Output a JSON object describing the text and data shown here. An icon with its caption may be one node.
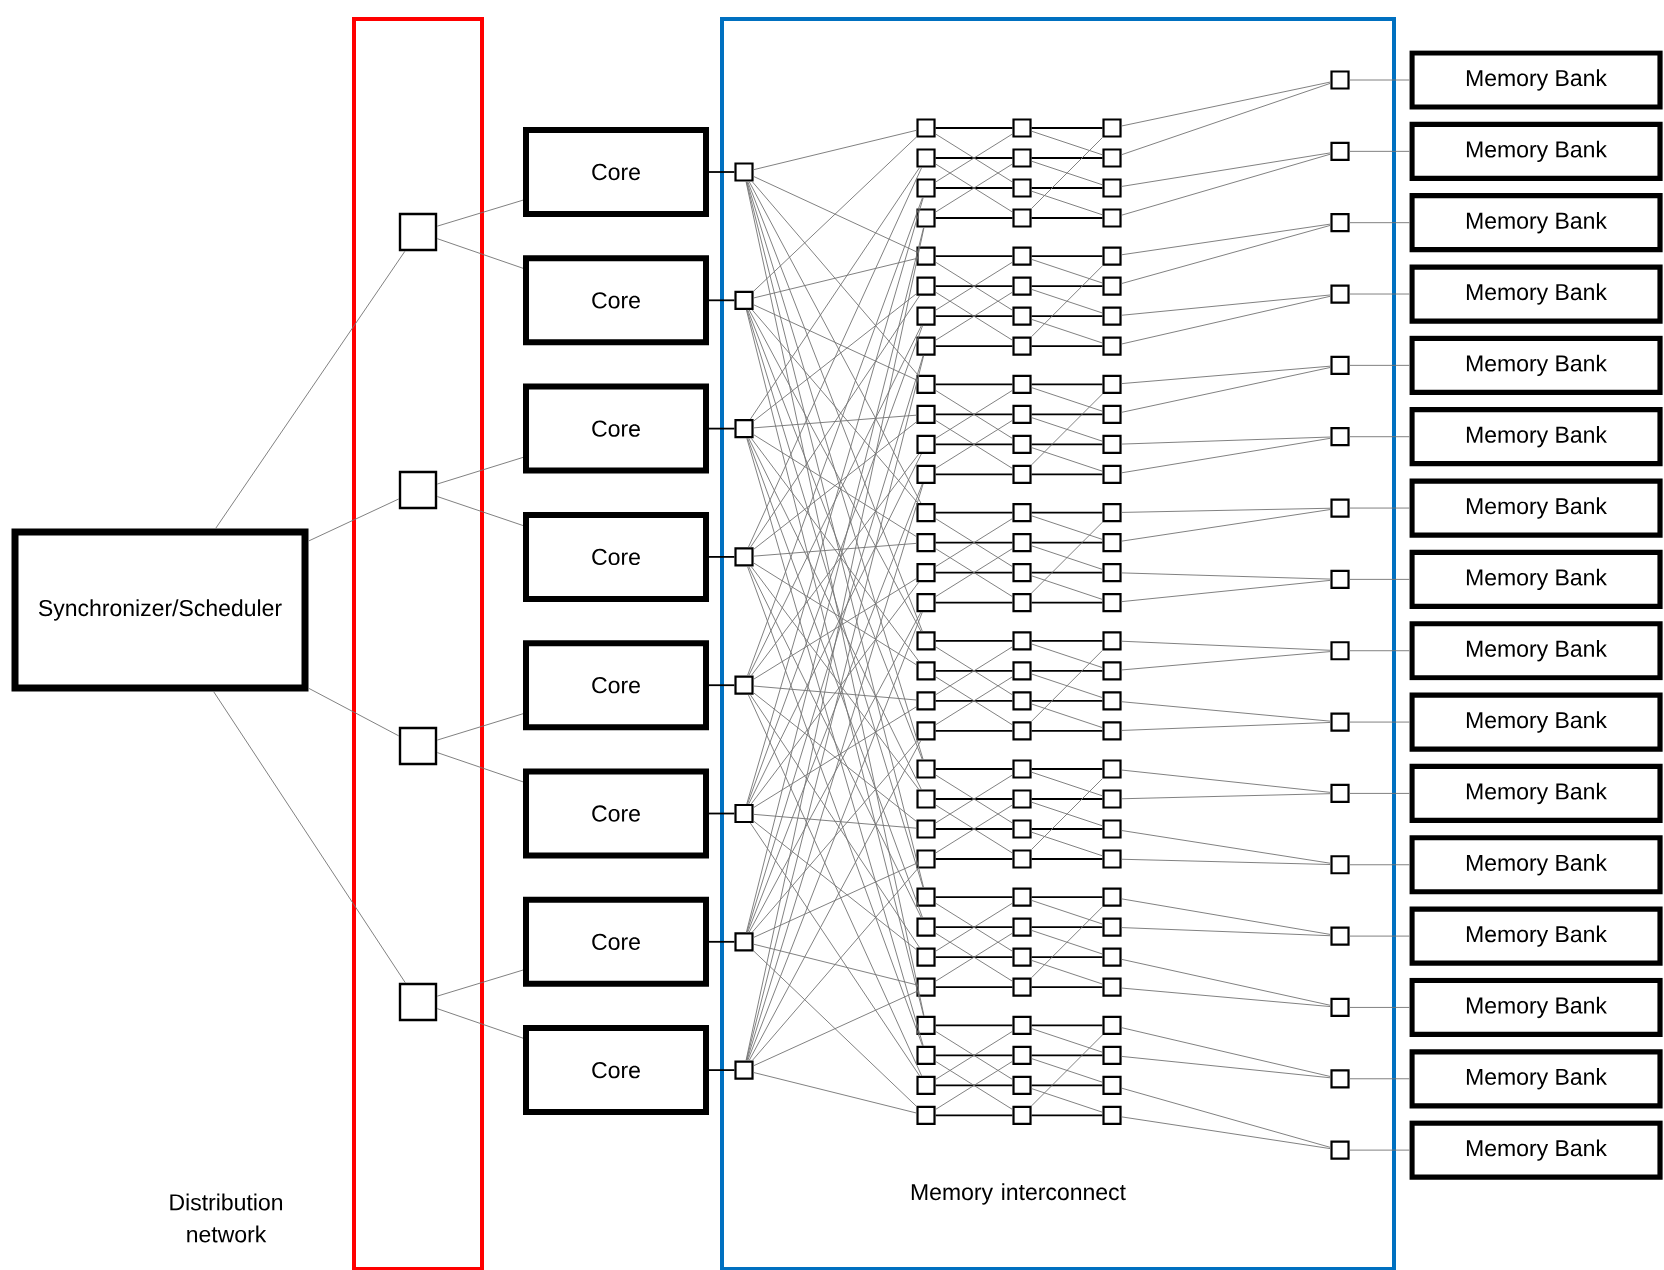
{
  "diagram": {
    "nodes": [
      {
        "text": [
          "Synchronizer/Scheduler"
        ]
      },
      {
        "text": [
          "Distribution network"
        ]
      },
      {
        "text": [],
        "shape": "box",
        "in": 1
      },
      {
        "text": [],
        "shape": "box",
        "in": 1
      },
      {
        "text": [],
        "shape": "box",
        "in": 1
      },
      {
        "text": [],
        "shape": "box",
        "in": 1
      },
      {
        "text": [
          "Core"
        ]
      },
      {
        "text": [
          "Core"
        ]
      },
      {
        "text": [
          "Core"
        ]
      },
      {
        "text": [
          "Core"
        ]
      },
      {
        "text": [
          "Core"
        ]
      },
      {
        "text": [
          "Core"
        ]
      },
      {
        "text": [
          "Core"
        ]
      },
      {
        "text": [
          "Core"
        ]
      },
      {
        "text": [
          "Memory interconnect"
        ]
      },
      {
        "text": [],
        "shape": "box",
        "in": 14
      },
      {
        "text": [],
        "shape": "box",
        "in": 14
      },
      {
        "text": [],
        "shape": "box",
        "in": 14
      },
      {
        "text": [],
        "shape": "box",
        "in": 14
      },
      {
        "text": [],
        "shape": "box",
        "in": 14
      },
      {
        "text": [],
        "shape": "box",
        "in": 14
      },
      {
        "text": [],
        "shape": "box",
        "in": 14
      },
      {
        "text": [],
        "shape": "box",
        "in": 14
      },
      {
        "text": [],
        "shape": "box",
        "in": 14
      },
      {
        "text": [],
        "shape": "box",
        "in": 14
      },
      {
        "text": [],
        "shape": "box",
        "in": 14
      },
      {
        "text": [],
        "shape": "box",
        "in": 14
      },
      {
        "text": [],
        "shape": "box",
        "in": 14
      },
      {
        "text": [],
        "shape": "box",
        "in": 14
      },
      {
        "text": [],
        "shape": "box",
        "in": 14
      },
      {
        "text": [],
        "shape": "box",
        "in": 14
      },
      {
        "text": [],
        "shape": "box",
        "in": 14
      },
      {
        "text": [],
        "shape": "box",
        "in": 14
      },
      {
        "text": [],
        "shape": "box",
        "in": 14
      },
      {
        "text": [],
        "shape": "box",
        "in": 14
      },
      {
        "text": [],
        "shape": "box",
        "in": 14
      },
      {
        "text": [],
        "shape": "box",
        "in": 14
      },
      {
        "text": [],
        "shape": "box",
        "in": 14
      },
      {
        "text": [],
        "shape": "box",
        "in": 14
      },
      {
        "text": [],
        "shape": "box",
        "in": 14
      },
      {
        "text": [],
        "shape": "box",
        "in": 14
      },
      {
        "text": [],
        "shape": "box",
        "in": 14
      },
      {
        "text": [],
        "shape": "box",
        "in": 14
      },
      {
        "text": [],
        "shape": "box",
        "in": 14
      },
      {
        "text": [],
        "shape": "box",
        "in": 14
      },
      {
        "text": [],
        "shape": "box",
        "in": 14
      },
      {
        "text": [],
        "shape": "box",
        "in": 14
      },
      {
        "text": [],
        "shape": "box",
        "in": 14
      },
      {
        "text": [],
        "shape": "box",
        "in": 14
      },
      {
        "text": [],
        "shape": "box",
        "in": 14
      },
      {
        "text": [],
        "shape": "box",
        "in": 14
      },
      {
        "text": [],
        "shape": "box",
        "in": 14
      },
      {
        "text": [],
        "shape": "box",
        "in": 14
      },
      {
        "text": [],
        "shape": "box",
        "in": 14
      },
      {
        "text": [],
        "shape": "box",
        "in": 14
      },
      {
        "text": [],
        "shape": "box",
        "in": 14
      },
      {
        "text": [],
        "shape": "box",
        "in": 14
      },
      {
        "text": [],
        "shape": "box",
        "in": 14
      },
      {
        "text": [],
        "shape": "box",
        "in": 14
      },
      {
        "text": [],
        "shape": "box",
        "in": 14
      },
      {
        "text": [],
        "shape": "box",
        "in": 14
      },
      {
        "text": [],
        "shape": "box",
        "in": 14
      },
      {
        "text": [],
        "shape": "box",
        "in": 14
      },
      {
        "text": [],
        "shape": "box",
        "in": 14
      },
      {
        "text": [],
        "shape": "box",
        "in": 14
      },
      {
        "text": [],
        "shape": "box",
        "in": 14
      },
      {
        "text": [],
        "shape": "box",
        "in": 14
      },
      {
        "text": [],
        "shape": "box",
        "in": 14
      },
      {
        "text": [],
        "shape": "box",
        "in": 14
      },
      {
        "text": [],
        "shape": "box",
        "in": 14
      },
      {
        "text": [],
        "shape": "box",
        "in": 14
      },
      {
        "text": [],
        "shape": "box",
        "in": 14
      },
      {
        "text": [],
        "shape": "box",
        "in": 14
      },
      {
        "text": [],
        "shape": "box",
        "in": 14
      },
      {
        "text": [],
        "shape": "box",
        "in": 14
      },
      {
        "text": [],
        "shape": "box",
        "in": 14
      },
      {
        "text": [],
        "shape": "box",
        "in": 14
      },
      {
        "text": [],
        "shape": "box",
        "in": 14
      },
      {
        "text": [],
        "shape": "box",
        "in": 14
      },
      {
        "text": [],
        "shape": "box",
        "in": 14
      },
      {
        "text": [],
        "shape": "box",
        "in": 14
      },
      {
        "text": [],
        "shape": "box",
        "in": 14
      },
      {
        "text": [],
        "shape": "box",
        "in": 14
      },
      {
        "text": [],
        "shape": "box",
        "in": 14
      },
      {
        "text": [],
        "shape": "box",
        "in": 14
      },
      {
        "text": [],
        "shape": "box",
        "in": 14
      },
      {
        "text": [],
        "shape": "box",
        "in": 14
      },
      {
        "text": [],
        "shape": "box",
        "in": 14
      },
      {
        "text": [],
        "shape": "box",
        "in": 14
      },
      {
        "text": [],
        "shape": "box",
        "in": 14
      },
      {
        "text": [],
        "shape": "box",
        "in": 14
      },
      {
        "text": [],
        "shape": "box",
        "in": 14
      },
      {
        "text": [],
        "shape": "box",
        "in": 14
      },
      {
        "text": [],
        "shape": "box",
        "in": 14
      },
      {
        "text": [],
        "shape": "box",
        "in": 14
      },
      {
        "text": [],
        "shape": "box",
        "in": 14
      },
      {
        "text": [],
        "shape": "box",
        "in": 14
      },
      {
        "text": [],
        "shape": "box",
        "in": 14
      },
      {
        "text": [],
        "shape": "box",
        "in": 14
      },
      {
        "text": [],
        "shape": "box",
        "in": 14
      },
      {
        "text": [],
        "shape": "box",
        "in": 14
      },
      {
        "text": [],
        "shape": "box",
        "in": 14
      },
      {
        "text": [],
        "shape": "box",
        "in": 14
      },
      {
        "text": [],
        "shape": "box",
        "in": 14
      },
      {
        "text": [],
        "shape": "box",
        "in": 14
      },
      {
        "text": [],
        "shape": "box",
        "in": 14
      },
      {
        "text": [],
        "shape": "box",
        "in": 14
      },
      {
        "text": [],
        "shape": "box",
        "in": 14
      },
      {
        "text": [],
        "shape": "box",
        "in": 14
      },
      {
        "text": [],
        "shape": "box",
        "in": 14
      },
      {
        "text": [],
        "shape": "box",
        "in": 14
      },
      {
        "text": [],
        "shape": "box",
        "in": 14
      },
      {
        "text": [],
        "shape": "box",
        "in": 14
      },
      {
        "text": [],
        "shape": "box",
        "in": 14
      },
      {
        "text": [],
        "shape": "box",
        "in": 14
      },
      {
        "text": [],
        "shape": "box",
        "in": 14
      },
      {
        "text": [],
        "shape": "box",
        "in": 14
      },
      {
        "text": [],
        "shape": "box",
        "in": 14
      },
      {
        "text": [],
        "shape": "box",
        "in": 14
      },
      {
        "text": [],
        "shape": "box",
        "in": 14
      },
      {
        "text": [],
        "shape": "box",
        "in": 14
      },
      {
        "text": [],
        "shape": "box",
        "in": 14
      },
      {
        "text": [],
        "shape": "box",
        "in": 14
      },
      {
        "text": [],
        "shape": "box",
        "in": 14
      },
      {
        "text": [],
        "shape": "box",
        "in": 14
      },
      {
        "text": [],
        "shape": "box",
        "in": 14
      },
      {
        "text": [],
        "shape": "box",
        "in": 14
      },
      {
        "text": [],
        "shape": "box",
        "in": 14
      },
      {
        "text": [],
        "shape": "box",
        "in": 14
      },
      {
        "text": [],
        "shape": "box",
        "in": 14
      },
      {
        "text": [],
        "shape": "box",
        "in": 14
      },
      {
        "text": [],
        "shape": "box",
        "in": 14
      },
      {
        "text": [],
        "shape": "box",
        "in": 14
      },
      {
        "text": [],
        "shape": "box",
        "in": 14
      },
      {
        "text": [],
        "shape": "box",
        "in": 14
      },
      {
        "text": [
          "Memory Bank"
        ]
      },
      {
        "text": [
          "Memory Bank"
        ]
      },
      {
        "text": [
          "Memory Bank"
        ]
      },
      {
        "text": [
          "Memory Bank"
        ]
      },
      {
        "text": [
          "Memory Bank"
        ]
      },
      {
        "text": [
          "Memory Bank"
        ]
      },
      {
        "text": [
          "Memory Bank"
        ]
      },
      {
        "text": [
          "Memory Bank"
        ]
      },
      {
        "text": [
          "Memory Bank"
        ]
      },
      {
        "text": [
          "Memory Bank"
        ]
      },
      {
        "text": [
          "Memory Bank"
        ]
      },
      {
        "text": [
          "Memory Bank"
        ]
      },
      {
        "text": [
          "Memory Bank"
        ]
      },
      {
        "text": [
          "Memory Bank"
        ]
      },
      {
        "text": [
          "Memory Bank"
        ]
      },
      {
        "text": [
          "Memory Bank"
        ]
      }
    ],
    "edges": [
      {
        "from": 0,
        "to": 2,
        "arrow": "none"
      },
      {
        "from": 0,
        "to": 3,
        "arrow": "none"
      },
      {
        "from": 0,
        "to": 4,
        "arrow": "none"
      },
      {
        "from": 0,
        "to": 5,
        "arrow": "none"
      },
      {
        "from": 2,
        "to": 6,
        "arrow": "none"
      },
      {
        "from": 2,
        "to": 7,
        "arrow": "none"
      },
      {
        "from": 3,
        "to": 8,
        "arrow": "none"
      },
      {
        "from": 3,
        "to": 9,
        "arrow": "none"
      },
      {
        "from": 4,
        "to": 10,
        "arrow": "none"
      },
      {
        "from": 4,
        "to": 11,
        "arrow": "none"
      },
      {
        "from": 5,
        "to": 12,
        "arrow": "none"
      },
      {
        "from": 5,
        "to": 13,
        "arrow": "none"
      },
      {
        "from": 6,
        "to": 15,
        "arrow": "none",
        "color": "#000000"
      },
      {
        "from": 7,
        "to": 16,
        "arrow": "none",
        "color": "#000000"
      },
      {
        "from": 8,
        "to": 17,
        "arrow": "none",
        "color": "#000000"
      },
      {
        "from": 9,
        "to": 18,
        "arrow": "none",
        "color": "#000000"
      },
      {
        "from": 10,
        "to": 19,
        "arrow": "none",
        "color": "#000000"
      },
      {
        "from": 11,
        "to": 20,
        "arrow": "none",
        "color": "#000000"
      },
      {
        "from": 12,
        "to": 21,
        "arrow": "none",
        "color": "#000000"
      },
      {
        "from": 13,
        "to": 22,
        "arrow": "none",
        "color": "#000000"
      },
      {
        "from": 15,
        "to": 23,
        "arrow": "none"
      },
      {
        "from": 15,
        "to": 35,
        "arrow": "none"
      },
      {
        "from": 15,
        "to": 47,
        "arrow": "none"
      },
      {
        "from": 15,
        "to": 59,
        "arrow": "none"
      },
      {
        "from": 15,
        "to": 71,
        "arrow": "none"
      },
      {
        "from": 15,
        "to": 83,
        "arrow": "none"
      },
      {
        "from": 15,
        "to": 95,
        "arrow": "none"
      },
      {
        "from": 15,
        "to": 107,
        "arrow": "none"
      },
      {
        "from": 16,
        "to": 23,
        "arrow": "none"
      },
      {
        "from": 16,
        "to": 35,
        "arrow": "none"
      },
      {
        "from": 16,
        "to": 47,
        "arrow": "none"
      },
      {
        "from": 16,
        "to": 59,
        "arrow": "none"
      },
      {
        "from": 16,
        "to": 71,
        "arrow": "none"
      },
      {
        "from": 16,
        "to": 83,
        "arrow": "none"
      },
      {
        "from": 16,
        "to": 95,
        "arrow": "none"
      },
      {
        "from": 16,
        "to": 107,
        "arrow": "none"
      },
      {
        "from": 17,
        "to": 26,
        "arrow": "none"
      },
      {
        "from": 17,
        "to": 38,
        "arrow": "none"
      },
      {
        "from": 17,
        "to": 50,
        "arrow": "none"
      },
      {
        "from": 17,
        "to": 62,
        "arrow": "none"
      },
      {
        "from": 17,
        "to": 74,
        "arrow": "none"
      },
      {
        "from": 17,
        "to": 86,
        "arrow": "none"
      },
      {
        "from": 17,
        "to": 98,
        "arrow": "none"
      },
      {
        "from": 17,
        "to": 110,
        "arrow": "none"
      },
      {
        "from": 18,
        "to": 26,
        "arrow": "none"
      },
      {
        "from": 18,
        "to": 38,
        "arrow": "none"
      },
      {
        "from": 18,
        "to": 50,
        "arrow": "none"
      },
      {
        "from": 18,
        "to": 62,
        "arrow": "none"
      },
      {
        "from": 18,
        "to": 74,
        "arrow": "none"
      },
      {
        "from": 18,
        "to": 86,
        "arrow": "none"
      },
      {
        "from": 18,
        "to": 98,
        "arrow": "none"
      },
      {
        "from": 18,
        "to": 110,
        "arrow": "none"
      },
      {
        "from": 19,
        "to": 29,
        "arrow": "none"
      },
      {
        "from": 19,
        "to": 41,
        "arrow": "none"
      },
      {
        "from": 19,
        "to": 53,
        "arrow": "none"
      },
      {
        "from": 19,
        "to": 65,
        "arrow": "none"
      },
      {
        "from": 19,
        "to": 77,
        "arrow": "none"
      },
      {
        "from": 19,
        "to": 89,
        "arrow": "none"
      },
      {
        "from": 19,
        "to": 101,
        "arrow": "none"
      },
      {
        "from": 19,
        "to": 113,
        "arrow": "none"
      },
      {
        "from": 20,
        "to": 29,
        "arrow": "none"
      },
      {
        "from": 20,
        "to": 41,
        "arrow": "none"
      },
      {
        "from": 20,
        "to": 53,
        "arrow": "none"
      },
      {
        "from": 20,
        "to": 65,
        "arrow": "none"
      },
      {
        "from": 20,
        "to": 77,
        "arrow": "none"
      },
      {
        "from": 20,
        "to": 89,
        "arrow": "none"
      },
      {
        "from": 20,
        "to": 101,
        "arrow": "none"
      },
      {
        "from": 20,
        "to": 113,
        "arrow": "none"
      },
      {
        "from": 21,
        "to": 32,
        "arrow": "none"
      },
      {
        "from": 21,
        "to": 44,
        "arrow": "none"
      },
      {
        "from": 21,
        "to": 56,
        "arrow": "none"
      },
      {
        "from": 21,
        "to": 68,
        "arrow": "none"
      },
      {
        "from": 21,
        "to": 80,
        "arrow": "none"
      },
      {
        "from": 21,
        "to": 92,
        "arrow": "none"
      },
      {
        "from": 21,
        "to": 104,
        "arrow": "none"
      },
      {
        "from": 21,
        "to": 116,
        "arrow": "none"
      },
      {
        "from": 22,
        "to": 32,
        "arrow": "none"
      },
      {
        "from": 22,
        "to": 44,
        "arrow": "none"
      },
      {
        "from": 22,
        "to": 56,
        "arrow": "none"
      },
      {
        "from": 22,
        "to": 68,
        "arrow": "none"
      },
      {
        "from": 22,
        "to": 80,
        "arrow": "none"
      },
      {
        "from": 22,
        "to": 92,
        "arrow": "none"
      },
      {
        "from": 22,
        "to": 104,
        "arrow": "none"
      },
      {
        "from": 22,
        "to": 116,
        "arrow": "none"
      },
      {
        "from": 23,
        "to": 24,
        "arrow": "none",
        "color": "#000000"
      },
      {
        "from": 26,
        "to": 27,
        "arrow": "none",
        "color": "#000000"
      },
      {
        "from": 29,
        "to": 30,
        "arrow": "none",
        "color": "#000000"
      },
      {
        "from": 32,
        "to": 33,
        "arrow": "none",
        "color": "#000000"
      },
      {
        "from": 23,
        "to": 30,
        "arrow": "none"
      },
      {
        "from": 26,
        "to": 33,
        "arrow": "none"
      },
      {
        "from": 29,
        "to": 24,
        "arrow": "none"
      },
      {
        "from": 32,
        "to": 27,
        "arrow": "none"
      },
      {
        "from": 24,
        "to": 25,
        "arrow": "none",
        "color": "#000000"
      },
      {
        "from": 27,
        "to": 28,
        "arrow": "none",
        "color": "#000000"
      },
      {
        "from": 30,
        "to": 31,
        "arrow": "none",
        "color": "#000000"
      },
      {
        "from": 33,
        "to": 34,
        "arrow": "none",
        "color": "#000000"
      },
      {
        "from": 24,
        "to": 28,
        "arrow": "none"
      },
      {
        "from": 27,
        "to": 31,
        "arrow": "none"
      },
      {
        "from": 30,
        "to": 34,
        "arrow": "none"
      },
      {
        "from": 33,
        "to": 25,
        "arrow": "none"
      },
      {
        "from": 25,
        "to": 119,
        "arrow": "none"
      },
      {
        "from": 28,
        "to": 119,
        "arrow": "none"
      },
      {
        "from": 31,
        "to": 120,
        "arrow": "none"
      },
      {
        "from": 34,
        "to": 120,
        "arrow": "none"
      },
      {
        "from": 35,
        "to": 36,
        "arrow": "none",
        "color": "#000000"
      },
      {
        "from": 38,
        "to": 39,
        "arrow": "none",
        "color": "#000000"
      },
      {
        "from": 41,
        "to": 42,
        "arrow": "none",
        "color": "#000000"
      },
      {
        "from": 44,
        "to": 45,
        "arrow": "none",
        "color": "#000000"
      },
      {
        "from": 35,
        "to": 42,
        "arrow": "none"
      },
      {
        "from": 38,
        "to": 45,
        "arrow": "none"
      },
      {
        "from": 41,
        "to": 36,
        "arrow": "none"
      },
      {
        "from": 44,
        "to": 39,
        "arrow": "none"
      },
      {
        "from": 36,
        "to": 37,
        "arrow": "none",
        "color": "#000000"
      },
      {
        "from": 39,
        "to": 40,
        "arrow": "none",
        "color": "#000000"
      },
      {
        "from": 42,
        "to": 43,
        "arrow": "none",
        "color": "#000000"
      },
      {
        "from": 45,
        "to": 46,
        "arrow": "none",
        "color": "#000000"
      },
      {
        "from": 36,
        "to": 40,
        "arrow": "none"
      },
      {
        "from": 39,
        "to": 43,
        "arrow": "none"
      },
      {
        "from": 42,
        "to": 46,
        "arrow": "none"
      },
      {
        "from": 45,
        "to": 37,
        "arrow": "none"
      },
      {
        "from": 37,
        "to": 121,
        "arrow": "none"
      },
      {
        "from": 40,
        "to": 121,
        "arrow": "none"
      },
      {
        "from": 43,
        "to": 122,
        "arrow": "none"
      },
      {
        "from": 46,
        "to": 122,
        "arrow": "none"
      },
      {
        "from": 47,
        "to": 48,
        "arrow": "none",
        "color": "#000000"
      },
      {
        "from": 50,
        "to": 51,
        "arrow": "none",
        "color": "#000000"
      },
      {
        "from": 53,
        "to": 54,
        "arrow": "none",
        "color": "#000000"
      },
      {
        "from": 56,
        "to": 57,
        "arrow": "none",
        "color": "#000000"
      },
      {
        "from": 47,
        "to": 54,
        "arrow": "none"
      },
      {
        "from": 50,
        "to": 57,
        "arrow": "none"
      },
      {
        "from": 53,
        "to": 48,
        "arrow": "none"
      },
      {
        "from": 56,
        "to": 51,
        "arrow": "none"
      },
      {
        "from": 48,
        "to": 49,
        "arrow": "none",
        "color": "#000000"
      },
      {
        "from": 51,
        "to": 52,
        "arrow": "none",
        "color": "#000000"
      },
      {
        "from": 54,
        "to": 55,
        "arrow": "none",
        "color": "#000000"
      },
      {
        "from": 57,
        "to": 58,
        "arrow": "none",
        "color": "#000000"
      },
      {
        "from": 48,
        "to": 52,
        "arrow": "none"
      },
      {
        "from": 51,
        "to": 55,
        "arrow": "none"
      },
      {
        "from": 54,
        "to": 58,
        "arrow": "none"
      },
      {
        "from": 57,
        "to": 49,
        "arrow": "none"
      },
      {
        "from": 49,
        "to": 123,
        "arrow": "none"
      },
      {
        "from": 52,
        "to": 123,
        "arrow": "none"
      },
      {
        "from": 55,
        "to": 124,
        "arrow": "none"
      },
      {
        "from": 58,
        "to": 124,
        "arrow": "none"
      },
      {
        "from": 59,
        "to": 60,
        "arrow": "none",
        "color": "#000000"
      },
      {
        "from": 62,
        "to": 63,
        "arrow": "none",
        "color": "#000000"
      },
      {
        "from": 65,
        "to": 66,
        "arrow": "none",
        "color": "#000000"
      },
      {
        "from": 68,
        "to": 69,
        "arrow": "none",
        "color": "#000000"
      },
      {
        "from": 59,
        "to": 66,
        "arrow": "none"
      },
      {
        "from": 62,
        "to": 69,
        "arrow": "none"
      },
      {
        "from": 65,
        "to": 60,
        "arrow": "none"
      },
      {
        "from": 68,
        "to": 63,
        "arrow": "none"
      },
      {
        "from": 60,
        "to": 61,
        "arrow": "none",
        "color": "#000000"
      },
      {
        "from": 63,
        "to": 64,
        "arrow": "none",
        "color": "#000000"
      },
      {
        "from": 66,
        "to": 67,
        "arrow": "none",
        "color": "#000000"
      },
      {
        "from": 69,
        "to": 70,
        "arrow": "none",
        "color": "#000000"
      },
      {
        "from": 60,
        "to": 64,
        "arrow": "none"
      },
      {
        "from": 63,
        "to": 67,
        "arrow": "none"
      },
      {
        "from": 66,
        "to": 70,
        "arrow": "none"
      },
      {
        "from": 69,
        "to": 61,
        "arrow": "none"
      },
      {
        "from": 61,
        "to": 125,
        "arrow": "none"
      },
      {
        "from": 64,
        "to": 125,
        "arrow": "none"
      },
      {
        "from": 67,
        "to": 126,
        "arrow": "none"
      },
      {
        "from": 70,
        "to": 126,
        "arrow": "none"
      },
      {
        "from": 71,
        "to": 72,
        "arrow": "none",
        "color": "#000000"
      },
      {
        "from": 74,
        "to": 75,
        "arrow": "none",
        "color": "#000000"
      },
      {
        "from": 77,
        "to": 78,
        "arrow": "none",
        "color": "#000000"
      },
      {
        "from": 80,
        "to": 81,
        "arrow": "none",
        "color": "#000000"
      },
      {
        "from": 71,
        "to": 78,
        "arrow": "none"
      },
      {
        "from": 74,
        "to": 81,
        "arrow": "none"
      },
      {
        "from": 77,
        "to": 72,
        "arrow": "none"
      },
      {
        "from": 80,
        "to": 75,
        "arrow": "none"
      },
      {
        "from": 72,
        "to": 73,
        "arrow": "none",
        "color": "#000000"
      },
      {
        "from": 75,
        "to": 76,
        "arrow": "none",
        "color": "#000000"
      },
      {
        "from": 78,
        "to": 79,
        "arrow": "none",
        "color": "#000000"
      },
      {
        "from": 81,
        "to": 82,
        "arrow": "none",
        "color": "#000000"
      },
      {
        "from": 72,
        "to": 76,
        "arrow": "none"
      },
      {
        "from": 75,
        "to": 79,
        "arrow": "none"
      },
      {
        "from": 78,
        "to": 82,
        "arrow": "none"
      },
      {
        "from": 81,
        "to": 73,
        "arrow": "none"
      },
      {
        "from": 73,
        "to": 127,
        "arrow": "none"
      },
      {
        "from": 76,
        "to": 127,
        "arrow": "none"
      },
      {
        "from": 79,
        "to": 128,
        "arrow": "none"
      },
      {
        "from": 82,
        "to": 128,
        "arrow": "none"
      },
      {
        "from": 83,
        "to": 84,
        "arrow": "none",
        "color": "#000000"
      },
      {
        "from": 86,
        "to": 87,
        "arrow": "none",
        "color": "#000000"
      },
      {
        "from": 89,
        "to": 90,
        "arrow": "none",
        "color": "#000000"
      },
      {
        "from": 92,
        "to": 93,
        "arrow": "none",
        "color": "#000000"
      },
      {
        "from": 83,
        "to": 90,
        "arrow": "none"
      },
      {
        "from": 86,
        "to": 93,
        "arrow": "none"
      },
      {
        "from": 89,
        "to": 84,
        "arrow": "none"
      },
      {
        "from": 92,
        "to": 87,
        "arrow": "none"
      },
      {
        "from": 84,
        "to": 85,
        "arrow": "none",
        "color": "#000000"
      },
      {
        "from": 87,
        "to": 88,
        "arrow": "none",
        "color": "#000000"
      },
      {
        "from": 90,
        "to": 91,
        "arrow": "none",
        "color": "#000000"
      },
      {
        "from": 93,
        "to": 94,
        "arrow": "none",
        "color": "#000000"
      },
      {
        "from": 84,
        "to": 88,
        "arrow": "none"
      },
      {
        "from": 87,
        "to": 91,
        "arrow": "none"
      },
      {
        "from": 90,
        "to": 94,
        "arrow": "none"
      },
      {
        "from": 93,
        "to": 85,
        "arrow": "none"
      },
      {
        "from": 85,
        "to": 129,
        "arrow": "none"
      },
      {
        "from": 88,
        "to": 129,
        "arrow": "none"
      },
      {
        "from": 91,
        "to": 130,
        "arrow": "none"
      },
      {
        "from": 94,
        "to": 130,
        "arrow": "none"
      },
      {
        "from": 95,
        "to": 96,
        "arrow": "none",
        "color": "#000000"
      },
      {
        "from": 98,
        "to": 99,
        "arrow": "none",
        "color": "#000000"
      },
      {
        "from": 101,
        "to": 102,
        "arrow": "none",
        "color": "#000000"
      },
      {
        "from": 104,
        "to": 105,
        "arrow": "none",
        "color": "#000000"
      },
      {
        "from": 95,
        "to": 102,
        "arrow": "none"
      },
      {
        "from": 98,
        "to": 105,
        "arrow": "none"
      },
      {
        "from": 101,
        "to": 96,
        "arrow": "none"
      },
      {
        "from": 104,
        "to": 99,
        "arrow": "none"
      },
      {
        "from": 96,
        "to": 97,
        "arrow": "none",
        "color": "#000000"
      },
      {
        "from": 99,
        "to": 100,
        "arrow": "none",
        "color": "#000000"
      },
      {
        "from": 102,
        "to": 103,
        "arrow": "none",
        "color": "#000000"
      },
      {
        "from": 105,
        "to": 106,
        "arrow": "none",
        "color": "#000000"
      },
      {
        "from": 96,
        "to": 100,
        "arrow": "none"
      },
      {
        "from": 99,
        "to": 103,
        "arrow": "none"
      },
      {
        "from": 102,
        "to": 106,
        "arrow": "none"
      },
      {
        "from": 105,
        "to": 97,
        "arrow": "none"
      },
      {
        "from": 97,
        "to": 131,
        "arrow": "none"
      },
      {
        "from": 100,
        "to": 131,
        "arrow": "none"
      },
      {
        "from": 103,
        "to": 132,
        "arrow": "none"
      },
      {
        "from": 106,
        "to": 132,
        "arrow": "none"
      },
      {
        "from": 107,
        "to": 108,
        "arrow": "none",
        "color": "#000000"
      },
      {
        "from": 110,
        "to": 111,
        "arrow": "none",
        "color": "#000000"
      },
      {
        "from": 113,
        "to": 114,
        "arrow": "none",
        "color": "#000000"
      },
      {
        "from": 116,
        "to": 117,
        "arrow": "none",
        "color": "#000000"
      },
      {
        "from": 107,
        "to": 114,
        "arrow": "none"
      },
      {
        "from": 110,
        "to": 117,
        "arrow": "none"
      },
      {
        "from": 113,
        "to": 108,
        "arrow": "none"
      },
      {
        "from": 116,
        "to": 111,
        "arrow": "none"
      },
      {
        "from": 108,
        "to": 109,
        "arrow": "none",
        "color": "#000000"
      },
      {
        "from": 111,
        "to": 112,
        "arrow": "none",
        "color": "#000000"
      },
      {
        "from": 114,
        "to": 115,
        "arrow": "none",
        "color": "#000000"
      },
      {
        "from": 117,
        "to": 118,
        "arrow": "none",
        "color": "#000000"
      },
      {
        "from": 108,
        "to": 112,
        "arrow": "none"
      },
      {
        "from": 111,
        "to": 115,
        "arrow": "none"
      },
      {
        "from": 114,
        "to": 118,
        "arrow": "none"
      },
      {
        "from": 117,
        "to": 109,
        "arrow": "none"
      },
      {
        "from": 109,
        "to": 133,
        "arrow": "none"
      },
      {
        "from": 112,
        "to": 133,
        "arrow": "none"
      },
      {
        "from": 115,
        "to": 134,
        "arrow": "none"
      },
      {
        "from": 118,
        "to": 134,
        "arrow": "none"
      },
      {
        "from": 119,
        "to": 135,
        "arrow": "none"
      },
      {
        "from": 120,
        "to": 136,
        "arrow": "none"
      },
      {
        "from": 121,
        "to": 137,
        "arrow": "none"
      },
      {
        "from": 122,
        "to": 138,
        "arrow": "none"
      },
      {
        "from": 123,
        "to": 139,
        "arrow": "none"
      },
      {
        "from": 124,
        "to": 140,
        "arrow": "none"
      },
      {
        "from": 125,
        "to": 141,
        "arrow": "none"
      },
      {
        "from": 126,
        "to": 142,
        "arrow": "none"
      },
      {
        "from": 127,
        "to": 143,
        "arrow": "none"
      },
      {
        "from": 128,
        "to": 144,
        "arrow": "none"
      },
      {
        "from": 129,
        "to": 145,
        "arrow": "none"
      },
      {
        "from": 130,
        "to": 146,
        "arrow": "none"
      },
      {
        "from": 131,
        "to": 147,
        "arrow": "none"
      },
      {
        "from": 132,
        "to": 148,
        "arrow": "none"
      },
      {
        "from": 133,
        "to": 149,
        "arrow": "none"
      },
      {
        "from": 134,
        "to": 150,
        "arrow": "none"
      }
    ]
  }
}
